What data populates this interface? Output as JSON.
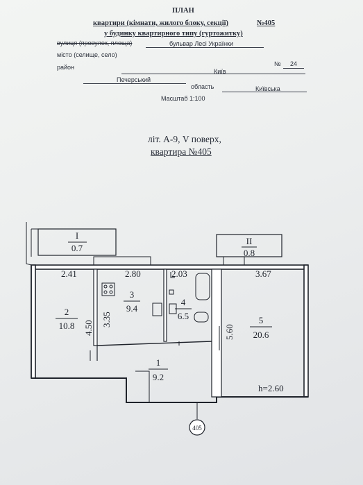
{
  "header": {
    "plan": "ПЛАН",
    "line1": "квартири (кімнати, жилого блоку, секції)",
    "line1_no": "№405",
    "line2": "у будинку квартирного типу (гуртожитку)",
    "street_label": "вулиця (провулок, площа)",
    "street_value": "бульвар Лесі Українки",
    "no_sign": "№",
    "house_no": "24",
    "city_label": "місто (селище, село)",
    "city_value": "Київ",
    "district_label": "район",
    "district_value": "Печерський",
    "oblast_label": "область",
    "oblast_value": "Київська",
    "scale": "Масштаб 1:100"
  },
  "subtitle": {
    "line1": "літ. А-9, V поверх,",
    "line2": "квартира №405"
  },
  "plan": {
    "rooms": [
      {
        "num": "I",
        "area": "0.7"
      },
      {
        "num": "II",
        "area": "0.8"
      },
      {
        "num": "2",
        "area": "10.8"
      },
      {
        "num": "3",
        "area": "9.4"
      },
      {
        "num": "4",
        "area": "6.5"
      },
      {
        "num": "5",
        "area": "20.6"
      },
      {
        "num": "1",
        "area": "9.2"
      }
    ],
    "dimensions": [
      "2.41",
      "2.80",
      "2.03",
      "3.67",
      "3.35",
      "4.50",
      "5.60"
    ],
    "height": "h=2.60",
    "marker": "405"
  }
}
